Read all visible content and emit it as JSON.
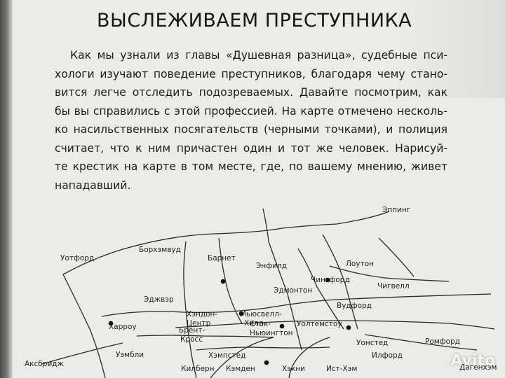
{
  "page": {
    "title": "ВЫСЛЕЖИВАЕМ ПРЕСТУПНИКА",
    "paragraph_lines": [
      "Как мы узнали из главы «Душевная разница», судебные пси-",
      "хологи изучают поведение преступников, благодаря чему стано-",
      "вится легче отследить подозреваемых. Давайте посмотрим, как",
      "бы вы справились с этой профессией. На карте отмечено несколь-",
      "ко насильственных посягательств (черными точками), и полиция",
      "считает, что к ним причастен один и тот же человек. Нарисуй-",
      "те крестик на карте в том месте, где, по вашему мнению, живет",
      "нападавший."
    ]
  },
  "map": {
    "places": {
      "epping": "Эппинг",
      "watford": "Уотфорд",
      "borehamwood": "Борхэмвуд",
      "barnet": "Барнет",
      "enfield": "Энфилд",
      "loughton": "Лоутон",
      "edmonton": "Эдмонтон",
      "chingford": "Чингфорд",
      "chigwell": "Чигвелл",
      "edgware": "Эджвэр",
      "woodford": "Вудфорд",
      "hendon": "Хэндон-\nЦентр",
      "muswell_hill": "Мьюсвелл-\nХилл",
      "walthamstow": "Уолтемстоу",
      "harrow": "Харроу",
      "brent_cross": "Брент-\nКросс",
      "stoke_newington": "Сток-\nНьюингтон",
      "wanstead": "Уонстед",
      "romford": "Ромфорд",
      "wembley": "Уэмбли",
      "hampstead": "Хэмпстед",
      "ilford": "Илфорд",
      "uxbridge": "Аксбридж",
      "kilburn": "Килберн",
      "camden": "Кэмден",
      "hackney": "Хэкни",
      "east_ham": "Ист-Хэм",
      "dagenham": "Дагенхэм"
    }
  },
  "watermark": {
    "text": "Avito"
  }
}
